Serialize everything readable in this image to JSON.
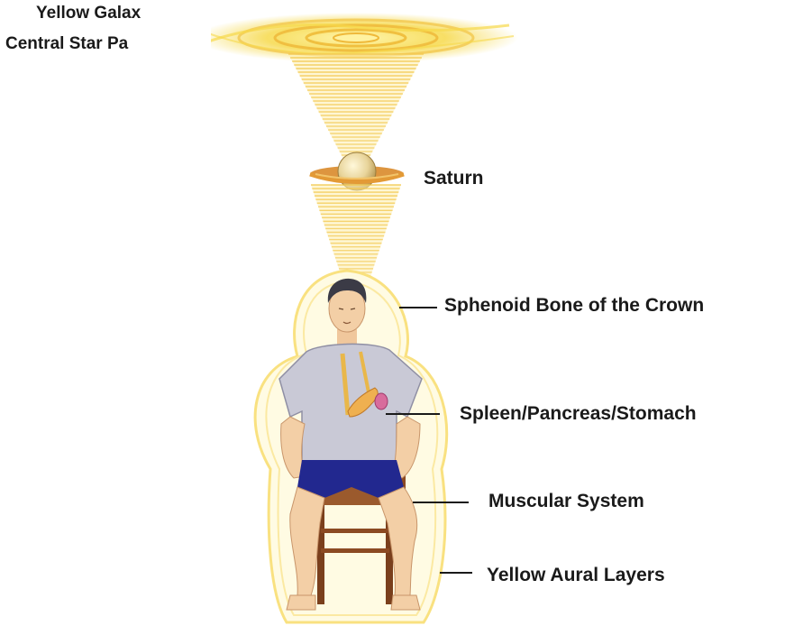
{
  "labels": {
    "galaxy_line1": "Yellow Galax",
    "galaxy_line2": "Central Star Pa",
    "saturn": "Saturn",
    "crown": "Sphenoid Bone of  the Crown",
    "spleen": "Spleen/Pancreas/Stomach",
    "muscular": "Muscular System",
    "aura": "Yellow Aural Layers"
  },
  "colors": {
    "aura_yellow": "#f6d94a",
    "beam_yellow": "#f3c84f",
    "shirt": "#c9c9d6",
    "shorts": "#22288f",
    "skin": "#f3cfa6",
    "chair": "#8c4a22",
    "label_text": "#1a1a1a"
  }
}
